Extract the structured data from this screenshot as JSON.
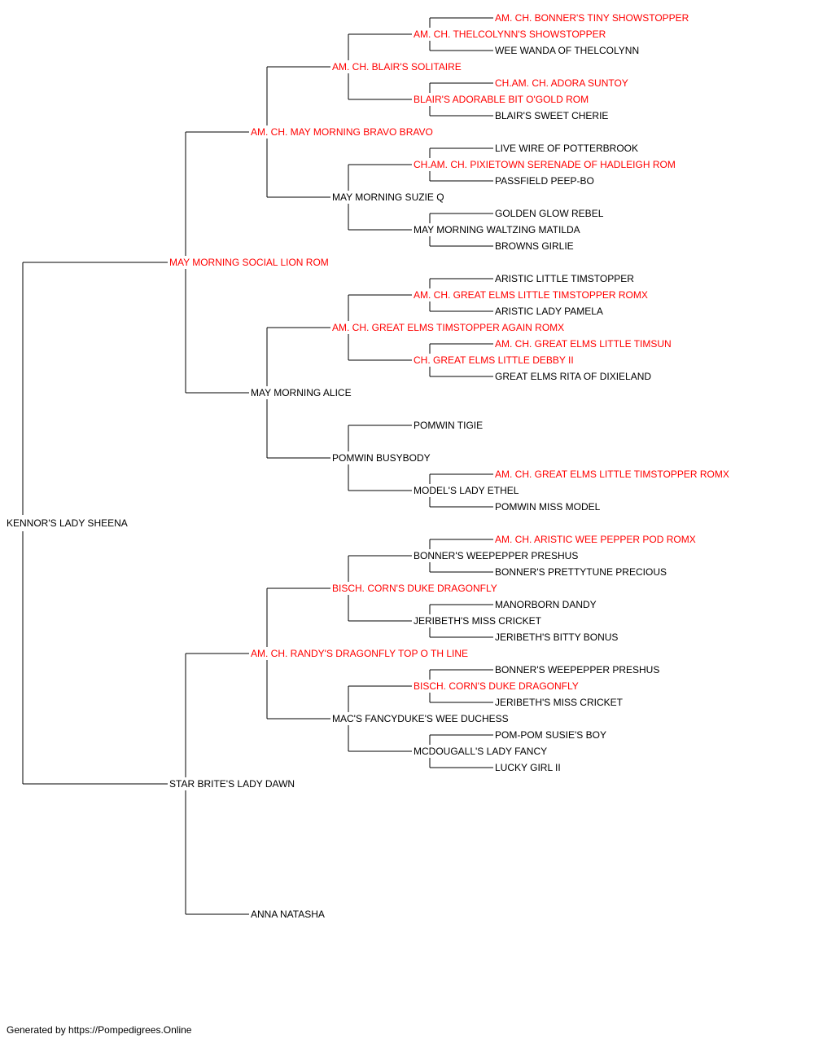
{
  "colors": {
    "champion": "#ff0000",
    "regular": "#000000",
    "line": "#000000"
  },
  "pedigree": {
    "name": "KENNOR'S LADY SHEENA",
    "champion": false,
    "sire": {
      "name": "MAY MORNING SOCIAL LION ROM",
      "champion": true,
      "sire": {
        "name": "AM. CH. MAY MORNING BRAVO BRAVO",
        "champion": true,
        "sire": {
          "name": "AM. CH. BLAIR'S SOLITAIRE",
          "champion": true,
          "sire": {
            "name": "AM. CH. THELCOLYNN'S SHOWSTOPPER",
            "champion": true,
            "sire": {
              "name": "AM. CH. BONNER'S TINY SHOWSTOPPER",
              "champion": true
            },
            "dam": {
              "name": "WEE WANDA OF THELCOLYNN",
              "champion": false
            }
          },
          "dam": {
            "name": "BLAIR'S ADORABLE BIT O'GOLD ROM",
            "champion": true,
            "sire": {
              "name": "CH.AM. CH. ADORA SUNTOY",
              "champion": true
            },
            "dam": {
              "name": "BLAIR'S SWEET CHERIE",
              "champion": false
            }
          }
        },
        "dam": {
          "name": "MAY MORNING SUZIE Q",
          "champion": false,
          "sire": {
            "name": "CH.AM. CH. PIXIETOWN SERENADE OF HADLEIGH ROM",
            "champion": true,
            "sire": {
              "name": "LIVE WIRE OF POTTERBROOK",
              "champion": false
            },
            "dam": {
              "name": "PASSFIELD PEEP-BO",
              "champion": false
            }
          },
          "dam": {
            "name": "MAY MORNING WALTZING MATILDA",
            "champion": false,
            "sire": {
              "name": "GOLDEN GLOW REBEL",
              "champion": false
            },
            "dam": {
              "name": "BROWNS GIRLIE",
              "champion": false
            }
          }
        }
      },
      "dam": {
        "name": "MAY MORNING ALICE",
        "champion": false,
        "sire": {
          "name": "AM. CH. GREAT ELMS TIMSTOPPER AGAIN ROMX",
          "champion": true,
          "sire": {
            "name": "AM. CH. GREAT ELMS LITTLE TIMSTOPPER ROMX",
            "champion": true,
            "sire": {
              "name": "ARISTIC LITTLE TIMSTOPPER",
              "champion": false
            },
            "dam": {
              "name": "ARISTIC LADY PAMELA",
              "champion": false
            }
          },
          "dam": {
            "name": "CH. GREAT ELMS LITTLE DEBBY II",
            "champion": true,
            "sire": {
              "name": "AM. CH. GREAT ELMS LITTLE TIMSUN",
              "champion": true
            },
            "dam": {
              "name": "GREAT ELMS RITA OF DIXIELAND",
              "champion": false
            }
          }
        },
        "dam": {
          "name": "POMWIN BUSYBODY",
          "champion": false,
          "sire": {
            "name": "POMWIN TIGIE",
            "champion": false
          },
          "dam": {
            "name": "MODEL'S LADY ETHEL",
            "champion": false,
            "sire": {
              "name": "AM. CH. GREAT ELMS LITTLE TIMSTOPPER ROMX",
              "champion": true
            },
            "dam": {
              "name": "POMWIN MISS MODEL",
              "champion": false
            }
          }
        }
      }
    },
    "dam": {
      "name": "STAR BRITE'S LADY DAWN",
      "champion": false,
      "sire": {
        "name": "AM. CH. RANDY'S DRAGONFLY TOP O TH LINE",
        "champion": true,
        "sire": {
          "name": "BISCH. CORN'S DUKE DRAGONFLY",
          "champion": true,
          "sire": {
            "name": "BONNER'S WEEPEPPER PRESHUS",
            "champion": false,
            "sire": {
              "name": "AM. CH. ARISTIC WEE PEPPER POD ROMX",
              "champion": true
            },
            "dam": {
              "name": "BONNER'S PRETTYTUNE PRECIOUS",
              "champion": false
            }
          },
          "dam": {
            "name": "JERIBETH'S MISS CRICKET",
            "champion": false,
            "sire": {
              "name": "MANORBORN DANDY",
              "champion": false
            },
            "dam": {
              "name": "JERIBETH'S BITTY BONUS",
              "champion": false
            }
          }
        },
        "dam": {
          "name": "MAC'S FANCYDUKE'S WEE DUCHESS",
          "champion": false,
          "sire": {
            "name": "BISCH. CORN'S DUKE DRAGONFLY",
            "champion": true,
            "sire": {
              "name": "BONNER'S WEEPEPPER PRESHUS",
              "champion": false
            },
            "dam": {
              "name": "JERIBETH'S MISS CRICKET",
              "champion": false
            }
          },
          "dam": {
            "name": "MCDOUGALL'S LADY FANCY",
            "champion": false,
            "sire": {
              "name": "POM-POM SUSIE'S BOY",
              "champion": false
            },
            "dam": {
              "name": "LUCKY GIRL II",
              "champion": false
            }
          }
        }
      },
      "dam": {
        "name": "ANNA NATASHA",
        "champion": false
      }
    }
  },
  "footer": {
    "text": "Generated by https://Pompedigrees.Online"
  }
}
